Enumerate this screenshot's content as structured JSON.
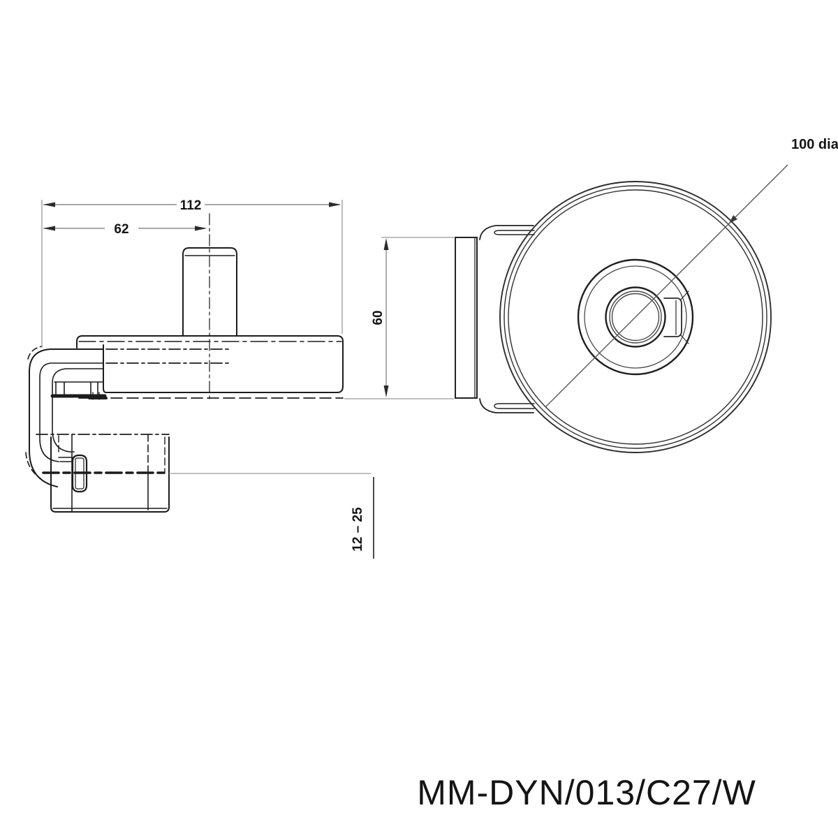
{
  "part_drawing": {
    "part_number": "MM-DYN/013/C27/W",
    "dimensions": {
      "overall_width": "112",
      "pivot_offset": "62",
      "body_height": "60",
      "clamp_range": "12 – 25",
      "disc_diameter": "100 dia"
    }
  }
}
